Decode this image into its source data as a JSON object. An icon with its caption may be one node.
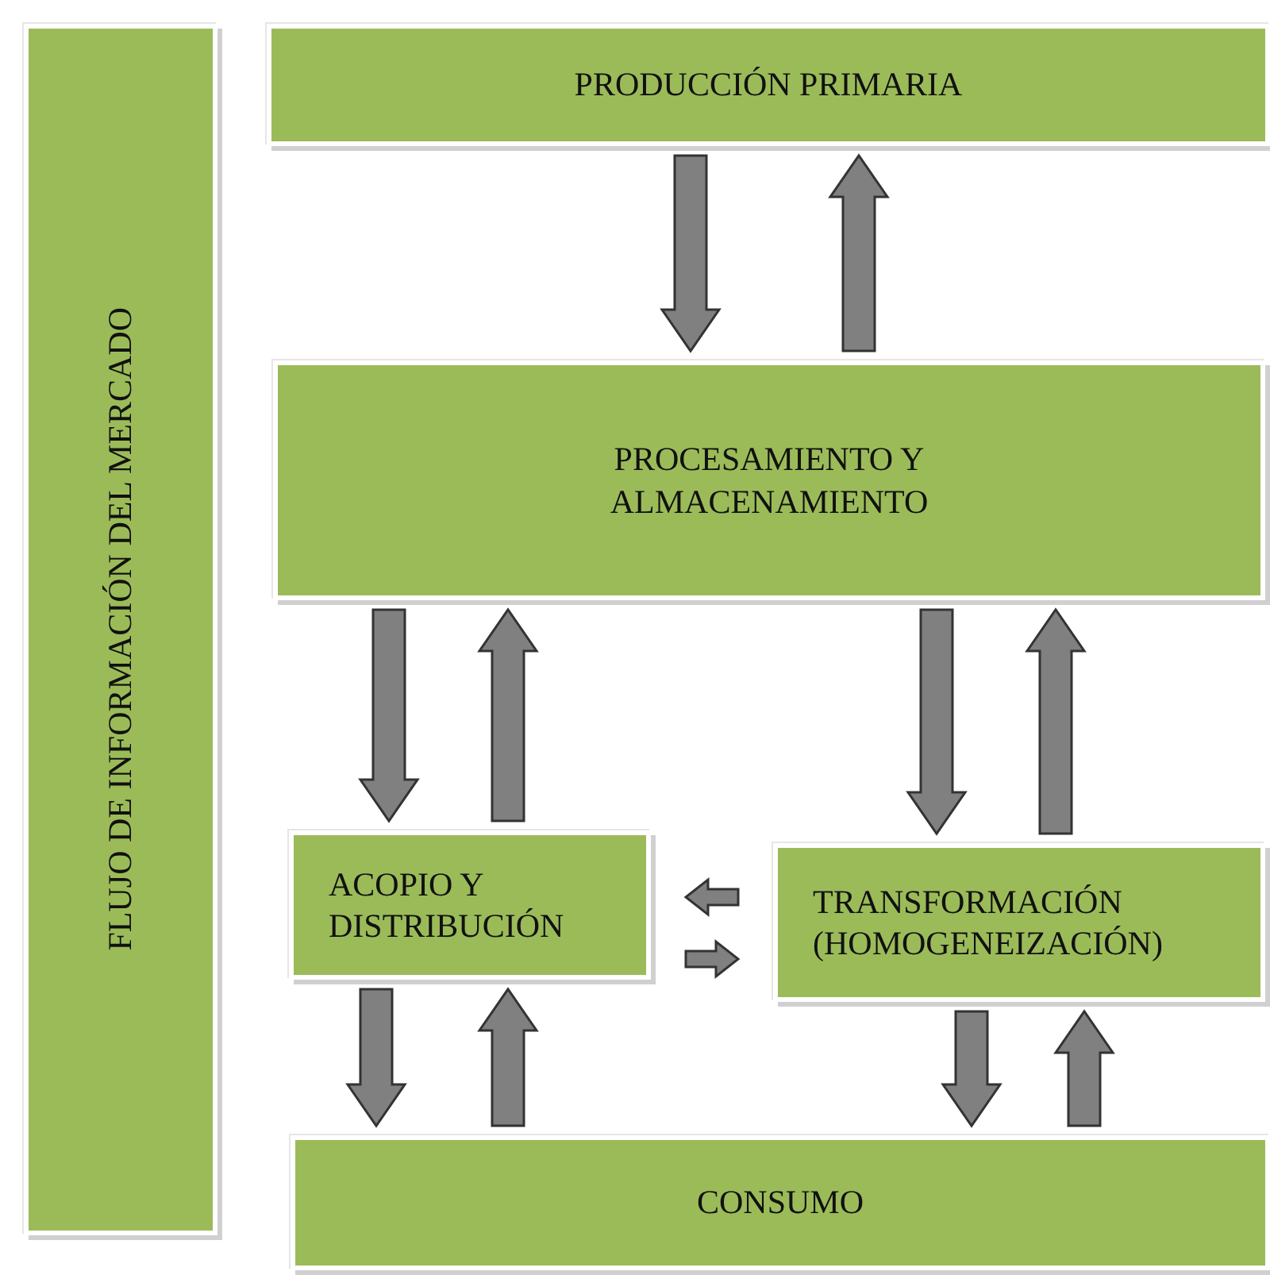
{
  "diagram": {
    "nodes": [
      {
        "text": [
          "FLUJO DE INFORMACIÓN DEL MERCADO"
        ]
      },
      {
        "text": [
          "PRODUCCIÓN PRIMARIA"
        ]
      },
      {
        "text": [
          "PROCESAMIENTO Y ALMACENAMIENTO"
        ]
      },
      {
        "text": [
          "ACOPIO Y DISTRIBUCIÓN"
        ]
      },
      {
        "text": [
          "TRANSFORMACIÓN (HOMOGENEIZACIÓN)"
        ]
      },
      {
        "text": [
          "CONSUMO"
        ]
      }
    ],
    "edges": [
      {
        "from": 1,
        "to": 2,
        "arrow": "to"
      },
      {
        "from": 2,
        "to": 1,
        "arrow": "to"
      },
      {
        "from": 2,
        "to": 3,
        "arrow": "to"
      },
      {
        "from": 3,
        "to": 2,
        "arrow": "to"
      },
      {
        "from": 2,
        "to": 4,
        "arrow": "to"
      },
      {
        "from": 4,
        "to": 2,
        "arrow": "to"
      },
      {
        "from": 4,
        "to": 3,
        "arrow": "to"
      },
      {
        "from": 3,
        "to": 4,
        "arrow": "to"
      },
      {
        "from": 3,
        "to": 5,
        "arrow": "to"
      },
      {
        "from": 5,
        "to": 3,
        "arrow": "to"
      },
      {
        "from": 4,
        "to": 5,
        "arrow": "to"
      },
      {
        "from": 5,
        "to": 4,
        "arrow": "to"
      }
    ]
  }
}
